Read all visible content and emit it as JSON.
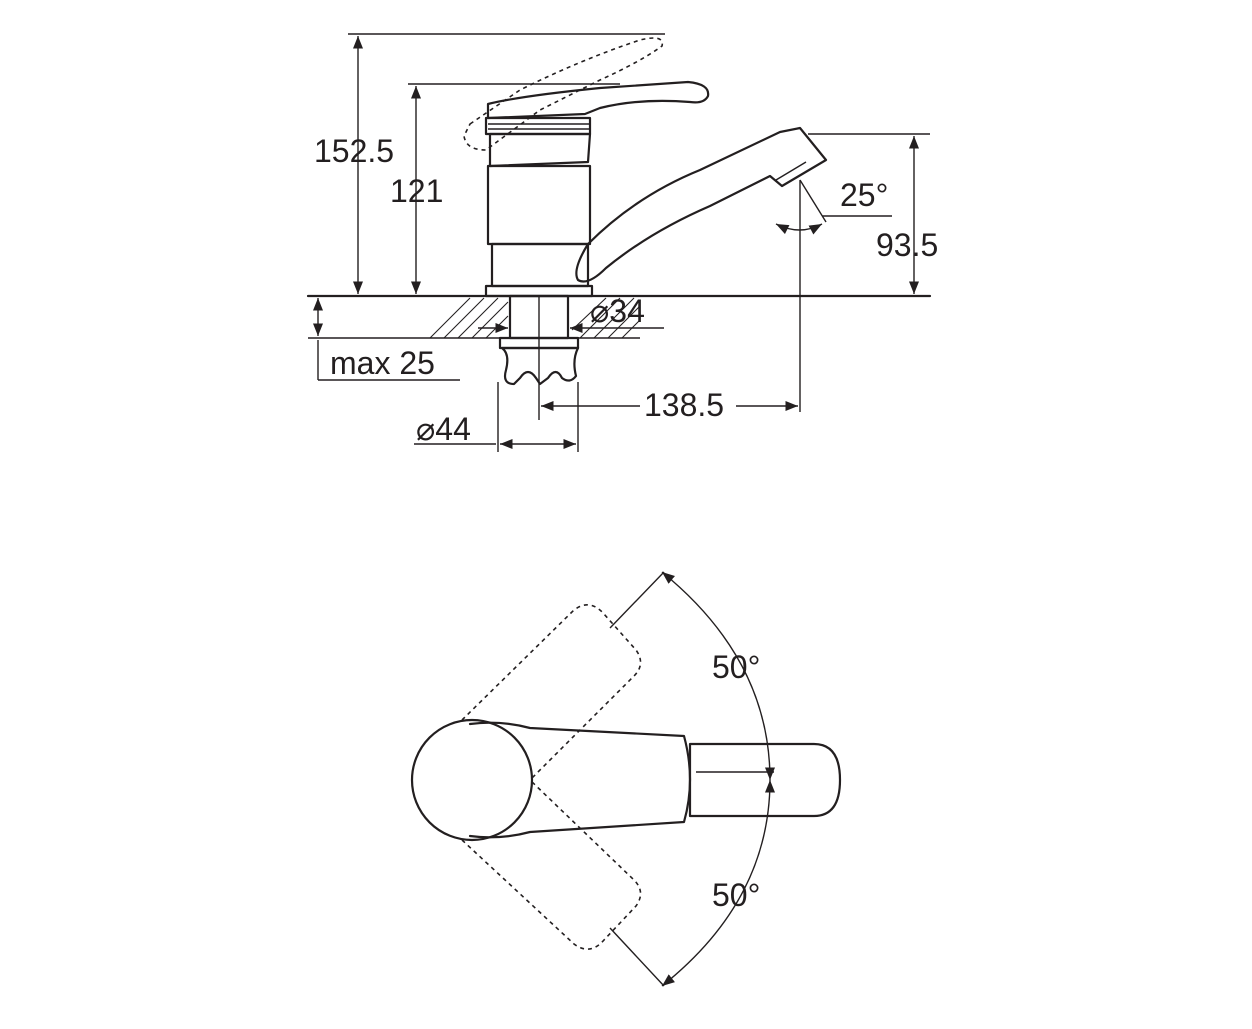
{
  "diagram": {
    "side_view": {
      "dimensions": {
        "total_height": "152.5",
        "body_height": "121",
        "spout_height": "93.5",
        "spout_angle": "25°",
        "mount_diameter": "⌀34",
        "max_counter_thickness": "max 25",
        "nut_diameter": "⌀44",
        "spout_reach": "138.5"
      }
    },
    "top_view": {
      "rotation_left": "50°",
      "rotation_right": "50°"
    }
  }
}
